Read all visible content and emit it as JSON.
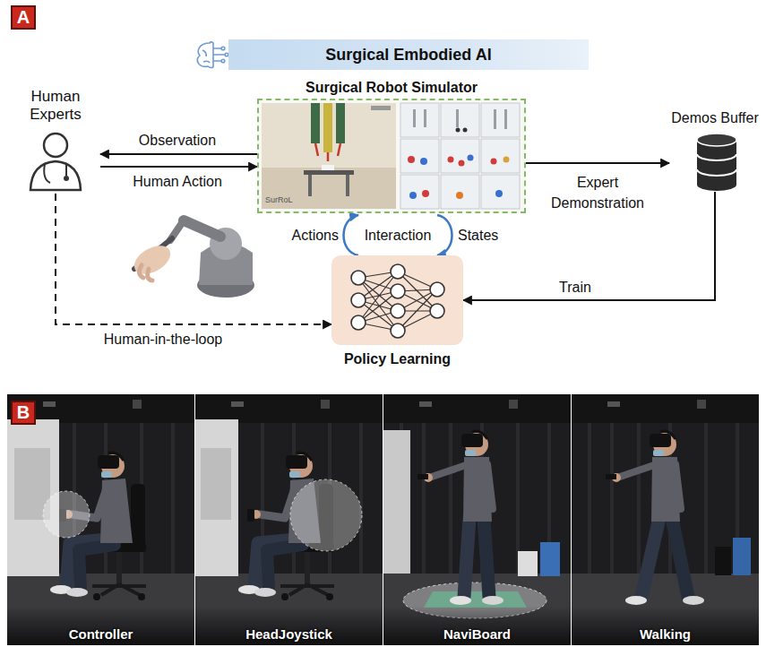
{
  "diagram": {
    "nodes": [
      {
        "text": [
          "Surgical Embodied AI"
        ]
      },
      {
        "text": [
          "Human Experts"
        ]
      },
      {
        "text": [
          "Surgical Robot Simulator"
        ]
      },
      {
        "text": [
          "Demos Buffer"
        ]
      },
      {
        "text": [
          "Policy Learning"
        ]
      }
    ],
    "edges": [
      {
        "from": 2,
        "to": 1,
        "arrow": "to",
        "label": "Observation"
      },
      {
        "from": 1,
        "to": 2,
        "arrow": "to",
        "label": "Human Action"
      },
      {
        "from": 2,
        "to": 3,
        "arrow": "to",
        "label": "Expert Demonstration"
      },
      {
        "from": 3,
        "to": 4,
        "arrow": "to",
        "label": "Train"
      },
      {
        "from": 1,
        "to": 4,
        "arrow": "to",
        "label": "Human-in-the-loop"
      },
      {
        "from": 4,
        "to": 2,
        "arrow": "to",
        "label": "Actions"
      },
      {
        "from": 2,
        "to": 4,
        "arrow": "to",
        "label": "States"
      }
    ],
    "labels": [
      "A",
      "SurRoL",
      "Interaction",
      "B",
      "Controller",
      "HeadJoystick",
      "NaviBoard",
      "Walking"
    ]
  }
}
